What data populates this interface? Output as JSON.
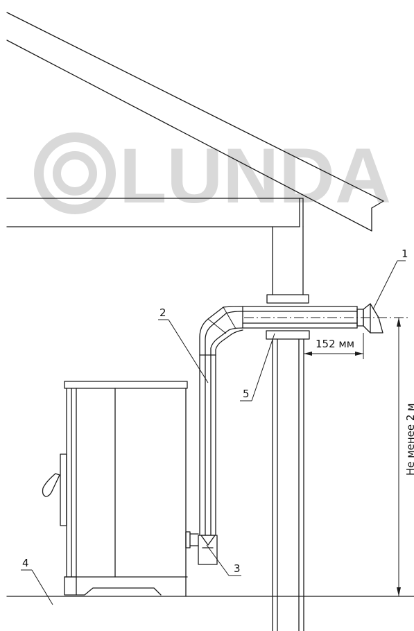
{
  "watermark": {
    "text": "LUNDA"
  },
  "callouts": {
    "c1": "1",
    "c2": "2",
    "c3": "3",
    "c4": "4",
    "c5": "5"
  },
  "dimensions": {
    "horizontal": "152 мм",
    "vertical": "Не менее 2 м"
  }
}
